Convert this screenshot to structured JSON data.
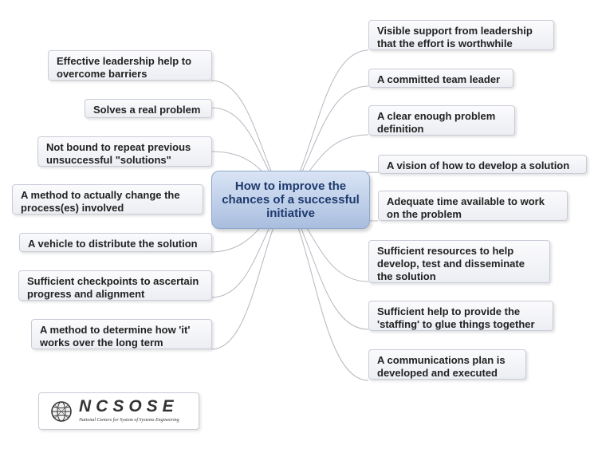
{
  "central_topic": "How to improve the chances of a successful initiative",
  "left_topics": [
    "Effective leadership help to overcome barriers",
    "Solves a real problem",
    "Not bound to repeat previous unsuccessful \"solutions\"",
    "A method to actually change the process(es) involved",
    "A vehicle to distribute the solution",
    "Sufficient checkpoints to ascertain progress and alignment",
    "A method to determine how 'it' works over the long term"
  ],
  "right_topics": [
    "Visible support from leadership that the effort is worthwhile",
    "A committed team leader",
    "A clear enough problem definition",
    "A vision of how to develop a solution",
    "Adequate time available to work on the problem",
    "Sufficient resources to help develop, test and disseminate the solution",
    "Sufficient help to provide the 'staffing' to glue things together",
    "A communications plan is developed and executed"
  ],
  "logo": {
    "name": "NCSOSE",
    "subtitle": "National Centers for System of Systems Engineering"
  },
  "colors": {
    "central_fill": "#b9cbe8",
    "central_text": "#1e3a6e",
    "topic_border": "#c9ccd6",
    "connector": "#b5b8c0"
  }
}
